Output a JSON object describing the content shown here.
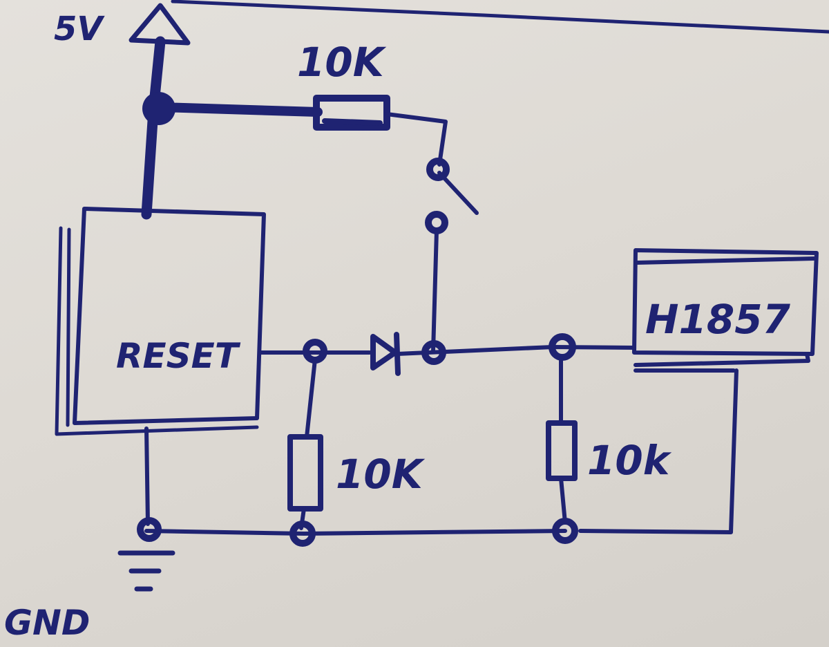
{
  "labels": {
    "supply": "5V",
    "ground": "GND",
    "reset_block": "RESET",
    "ic_block": "H1857",
    "r_top": "10K",
    "r_left": "10K",
    "r_right": "10k"
  },
  "colors": {
    "ink": "#1f2372",
    "paper": "#dedad4"
  }
}
